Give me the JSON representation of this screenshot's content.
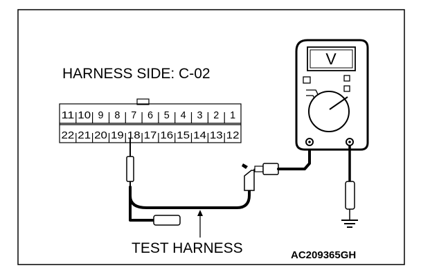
{
  "title": "HARNESS SIDE: C-02",
  "connector": {
    "top_row": [
      "11",
      "10",
      "9",
      "8",
      "7",
      "6",
      "5",
      "4",
      "3",
      "2",
      "1"
    ],
    "bottom_row": [
      "22",
      "21",
      "20",
      "19",
      "18",
      "17",
      "16",
      "15",
      "14",
      "13",
      "12"
    ]
  },
  "meter": {
    "display": "V"
  },
  "test_harness_label": "TEST HARNESS",
  "figure_code": "AC209365GH"
}
